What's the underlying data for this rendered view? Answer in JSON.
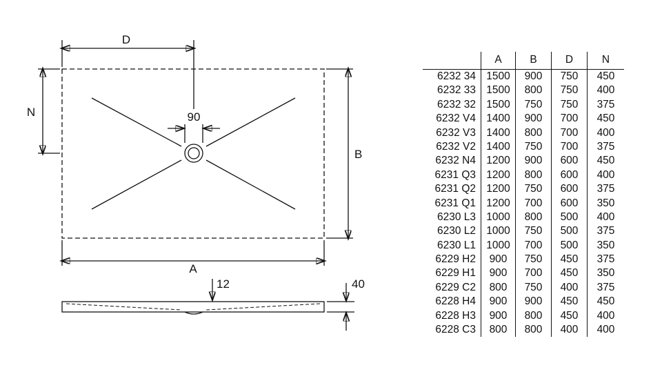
{
  "drawing": {
    "top_view": {
      "d_label": "D",
      "n_label": "N",
      "b_label": "B",
      "a_label": "A",
      "drain_diameter_label": "90"
    },
    "side_view": {
      "thickness_label": "12",
      "edge_height_label": "40"
    }
  },
  "table": {
    "headers": [
      "A",
      "B",
      "D",
      "N"
    ],
    "rows": [
      {
        "model": "6232 34",
        "values": [
          "1500",
          "900",
          "750",
          "450"
        ]
      },
      {
        "model": "6232 33",
        "values": [
          "1500",
          "800",
          "750",
          "400"
        ]
      },
      {
        "model": "6232 32",
        "values": [
          "1500",
          "750",
          "750",
          "375"
        ]
      },
      {
        "model": "6232 V4",
        "values": [
          "1400",
          "900",
          "700",
          "450"
        ]
      },
      {
        "model": "6232 V3",
        "values": [
          "1400",
          "800",
          "700",
          "400"
        ]
      },
      {
        "model": "6232 V2",
        "values": [
          "1400",
          "750",
          "700",
          "375"
        ]
      },
      {
        "model": "6232 N4",
        "values": [
          "1200",
          "900",
          "600",
          "450"
        ]
      },
      {
        "model": "6231 Q3",
        "values": [
          "1200",
          "800",
          "600",
          "400"
        ]
      },
      {
        "model": "6231 Q2",
        "values": [
          "1200",
          "750",
          "600",
          "375"
        ]
      },
      {
        "model": "6231 Q1",
        "values": [
          "1200",
          "700",
          "600",
          "350"
        ]
      },
      {
        "model": "6230 L3",
        "values": [
          "1000",
          "800",
          "500",
          "400"
        ]
      },
      {
        "model": "6230 L2",
        "values": [
          "1000",
          "750",
          "500",
          "375"
        ]
      },
      {
        "model": "6230 L1",
        "values": [
          "1000",
          "700",
          "500",
          "350"
        ]
      },
      {
        "model": "6229 H2",
        "values": [
          "900",
          "750",
          "450",
          "375"
        ]
      },
      {
        "model": "6229 H1",
        "values": [
          "900",
          "700",
          "450",
          "350"
        ]
      },
      {
        "model": "6229 C2",
        "values": [
          "800",
          "750",
          "400",
          "375"
        ]
      },
      {
        "model": "6228 H4",
        "values": [
          "900",
          "900",
          "450",
          "450"
        ]
      },
      {
        "model": "6228 H3",
        "values": [
          "900",
          "800",
          "450",
          "400"
        ]
      },
      {
        "model": "6228 C3",
        "values": [
          "800",
          "800",
          "400",
          "400"
        ]
      }
    ]
  }
}
